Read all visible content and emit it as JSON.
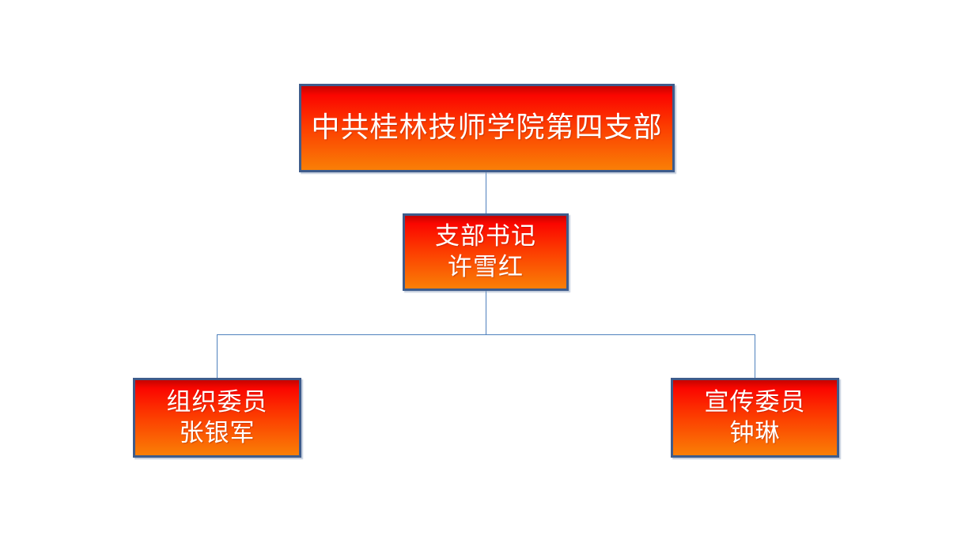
{
  "diagram": {
    "type": "org-chart",
    "nodes": {
      "root": {
        "label": "中共桂林技师学院第四支部",
        "children": [
          "secretary"
        ]
      },
      "secretary": {
        "title": "支部书记",
        "name": "许雪红",
        "children": [
          "organization",
          "publicity"
        ]
      },
      "organization": {
        "title": "组织委员",
        "name": "张银军",
        "children": []
      },
      "publicity": {
        "title": "宣传委员",
        "name": "钟琳",
        "children": []
      }
    },
    "colors": {
      "node_gradient_top": "#c50400",
      "node_gradient_red": "#fb0600",
      "node_gradient_mid": "#fc3800",
      "node_gradient_bottom": "#fa7f06",
      "node_border": "#3e5c8c",
      "connector": "#4f81bd",
      "node_text": "#ffffff",
      "canvas_background": "#ffffff"
    }
  }
}
